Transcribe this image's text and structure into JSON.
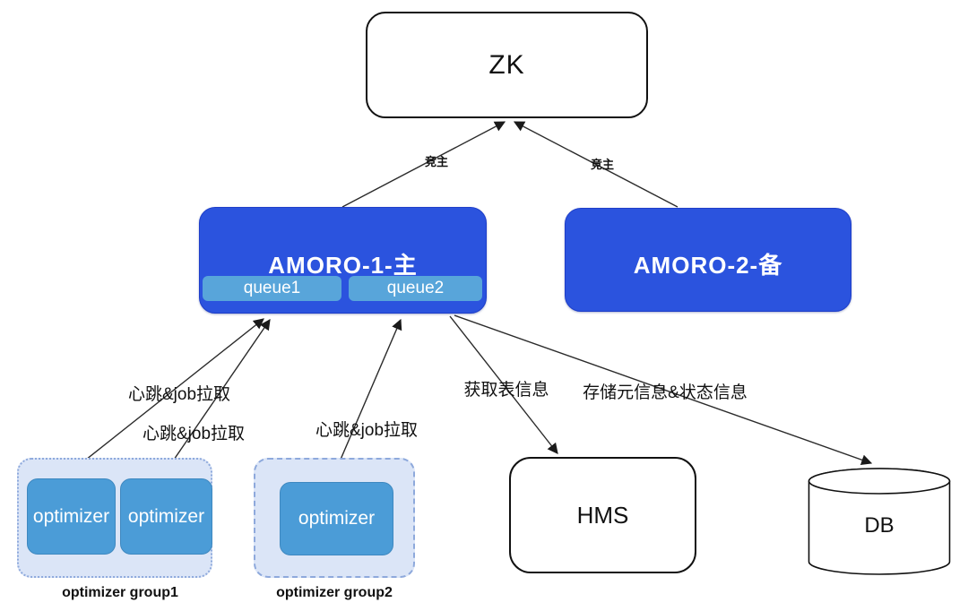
{
  "diagram": {
    "zk": {
      "label": "ZK"
    },
    "amoro1": {
      "label": "AMORO-1-主",
      "queues": [
        {
          "label": "queue1"
        },
        {
          "label": "queue2"
        }
      ]
    },
    "amoro2": {
      "label": "AMORO-2-备"
    },
    "group1": {
      "label": "optimizer group1",
      "optimizers": [
        {
          "label": "optimizer"
        },
        {
          "label": "optimizer"
        }
      ]
    },
    "group2": {
      "label": "optimizer group2",
      "optimizers": [
        {
          "label": "optimizer"
        }
      ]
    },
    "hms": {
      "label": "HMS"
    },
    "db": {
      "label": "DB"
    },
    "edge_labels": {
      "compete_left": "竞主",
      "compete_right": "竞主",
      "heartbeat_1": "心跳&job拉取",
      "heartbeat_2": "心跳&job拉取",
      "heartbeat_3": "心跳&job拉取",
      "get_table_info": "获取表信息",
      "store_meta_info": "存储元信息&状态信息"
    },
    "colors": {
      "amoro_blue": "#2b53de",
      "queue_blue": "#58a5da",
      "optimizer_blue": "#4b9cd7",
      "group_fill": "#dbe5f7",
      "group_border": "#8ea9dc",
      "line_color": "#2b2b2b",
      "text_white": "#ffffff",
      "text_black": "#111111"
    }
  }
}
